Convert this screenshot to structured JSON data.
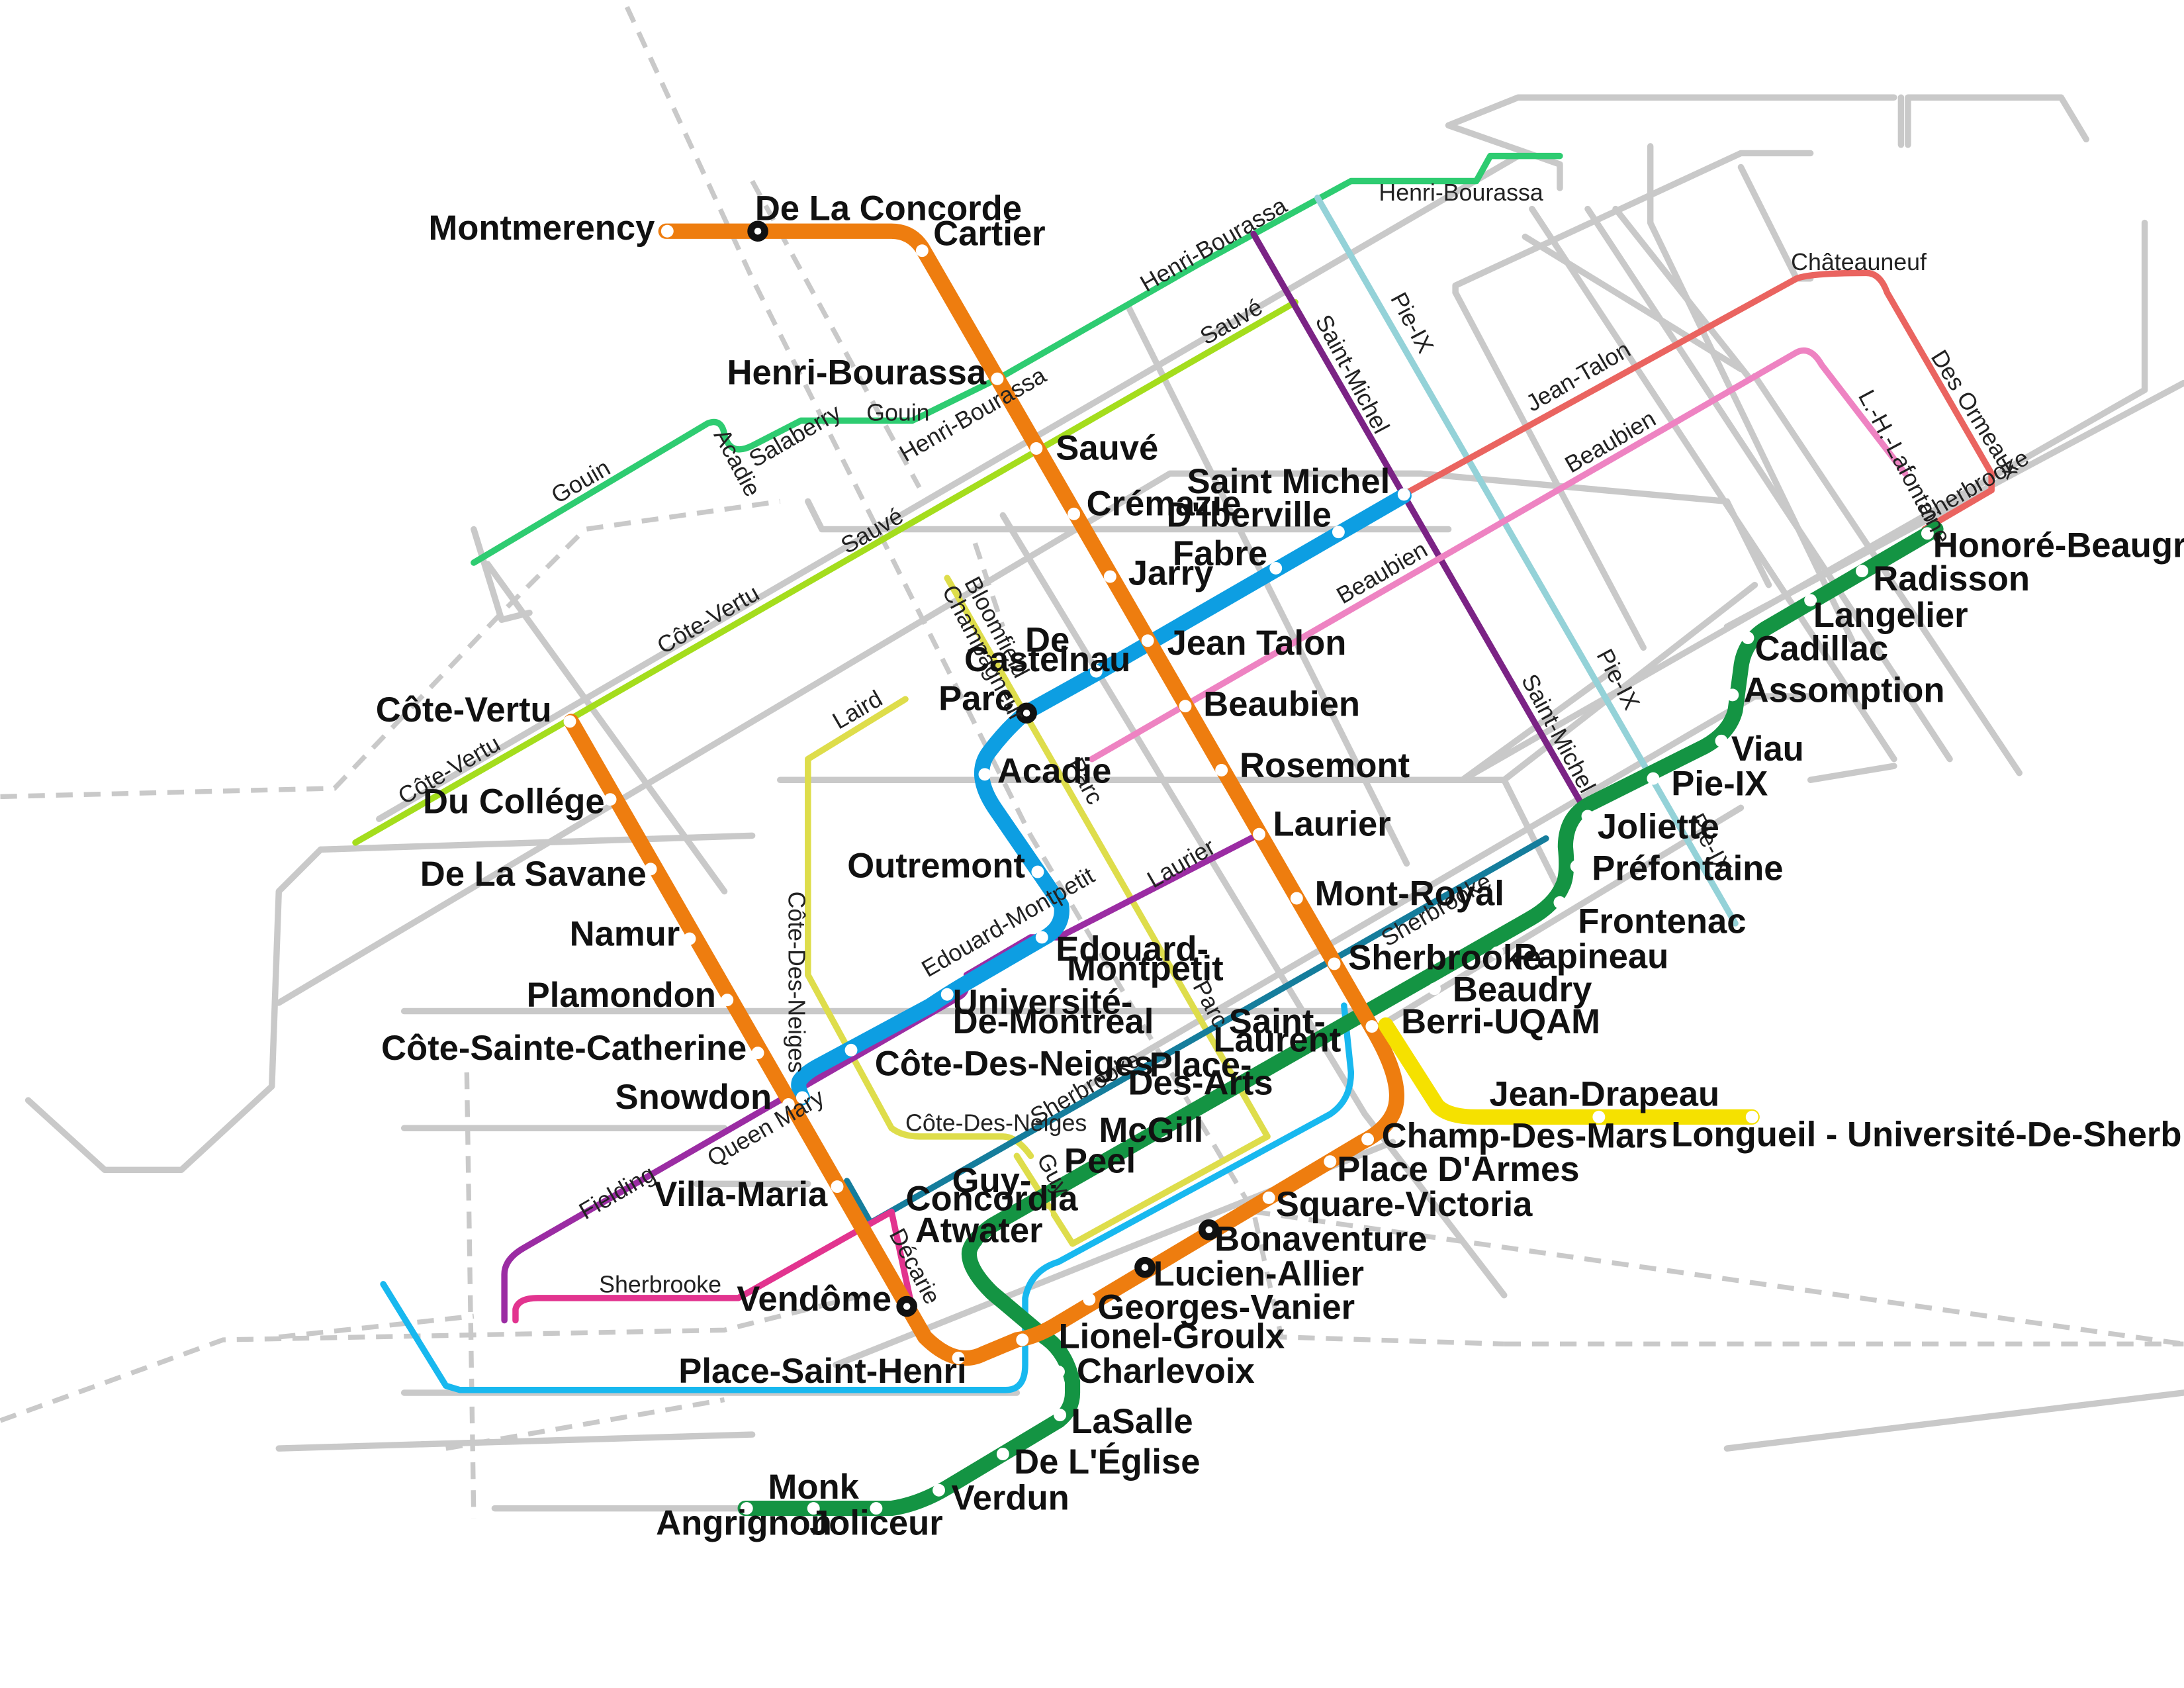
{
  "colors": {
    "orange": "#ee7d0f",
    "green": "#149443",
    "blue": "#0d9ee2",
    "yellow": "#f5e100",
    "bus_henri_bourassa": "#2ecc71",
    "bus_sauve": "#a4dd1c",
    "bus_saint_michel": "#7b2385",
    "bus_pie_ix": "#94d2d8",
    "bus_jean_talon": "#ea6460",
    "bus_beaubien": "#ee83c2",
    "bus_parc": "#dedd4b",
    "bus_laurier": "#9b2ca3",
    "bus_sherbrooke_teal": "#157d9c",
    "bus_sherbrooke_pink": "#e2348f",
    "bus_lightblue": "#18b8ef",
    "road": "#c9c9c9"
  },
  "stations": {
    "montmerency": "Montmerency",
    "de_la_concorde": "De La Concorde",
    "cartier": "Cartier",
    "henri_bourassa": "Henri-Bourassa",
    "sauve": "Sauvé",
    "cremazie": "Crémazie",
    "jarry": "Jarry",
    "jean_talon": "Jean Talon",
    "beaubien": "Beaubien",
    "rosemont": "Rosemont",
    "laurier": "Laurier",
    "mont_royal": "Mont-Royal",
    "sherbrooke": "Sherbrooke",
    "berri_uqam": "Berri-UQAM",
    "champ_des_mars": "Champ-Des-Mars",
    "place_darmes": "Place D'Armes",
    "square_victoria": "Square-Victoria",
    "bonaventure": "Bonaventure",
    "lucien_allier": "Lucien-Allier",
    "georges_vanier": "Georges-Vanier",
    "lionel_groulx": "Lionel-Groulx",
    "place_saint_henri": "Place-Saint-Henri",
    "vendome": "Vendôme",
    "villa_maria": "Villa-Maria",
    "snowdon": "Snowdon",
    "cote_sainte_catherine": "Côte-Sainte-Catherine",
    "plamondon": "Plamondon",
    "namur": "Namur",
    "de_la_savane": "De La Savane",
    "du_college": "Du Collége",
    "cote_vertu": "Côte-Vertu",
    "saint_michel": "Saint Michel",
    "diberville": "D'Iberville",
    "fabre": "Fabre",
    "de_castelnau_1": "De",
    "de_castelnau_2": "Castelnau",
    "parc": "Parc",
    "acadie": "Acadie",
    "outremont": "Outremont",
    "edouard_montpetit_1": "Edouard-",
    "edouard_montpetit_2": "Montpetit",
    "universite_1": "Université-",
    "universite_2": "De-Montreal",
    "cote_des_neiges": "Côte-Des-Neiges",
    "honore_beaugrand": "Honoré-Beaugrand",
    "radisson": "Radisson",
    "langelier": "Langelier",
    "cadillac": "Cadillac",
    "assomption": "Assomption",
    "viau": "Viau",
    "pie_ix": "Pie-IX",
    "joliette": "Joliette",
    "prefontaine": "Préfontaine",
    "frontenac": "Frontenac",
    "papineau": "Papineau",
    "beaudry": "Beaudry",
    "saint_laurent_1": "Saint-",
    "saint_laurent_2": "Laurent",
    "place_des_arts_1": "Place-",
    "place_des_arts_2": "Des-Arts",
    "mcgill": "McGill",
    "peel": "Peel",
    "guy_concordia_1": "Guy-",
    "guy_concordia_2": "Concordia",
    "atwater": "Atwater",
    "charlevoix": "Charlevoix",
    "lasalle": "LaSalle",
    "de_leglise": "De L'Église",
    "verdun": "Verdun",
    "joliceur": "Joliceur",
    "monk": "Monk",
    "angrignon": "Angrignon",
    "jean_drapeau": "Jean-Drapeau",
    "longueuil": "Longueil - Université-De-Sherbrooke"
  },
  "streets": {
    "henri_bourassa_a": "Henri-Bourassa",
    "henri_bourassa_b": "Henri-Bourassa",
    "henri_bourassa_c": "Henri-Bourassa",
    "gouin_a": "Gouin",
    "gouin_b": "Gouin",
    "acadie": "Acadie",
    "salaberry": "Salaberry",
    "sauve_a": "Sauvé",
    "sauve_b": "Sauvé",
    "cote_vertu_a": "Côte-Vertu",
    "cote_vertu_b": "Côte-Vertu",
    "saint_michel_a": "Saint-Michel",
    "saint_michel_b": "Saint-Michel",
    "pie_ix_a": "Pie-IX",
    "pie_ix_b": "Pie-IX",
    "pie_ix_c": "Pie-IX",
    "chateauneuf": "Châteauneuf",
    "des_ormeaux": "Des Ormeaux",
    "jean_talon": "Jean-Talon",
    "beaubien_a": "Beaubien",
    "beaubien_b": "Beaubien",
    "lh_lafontaine": "L.-H.-Lafontaine",
    "sherbrooke_a": "Sherbrooke",
    "sherbrooke_b": "Sherbrooke",
    "sherbrooke_c": "Sherbrooke",
    "sherbrooke_d": "Sherbrooke",
    "bloomfield": "Bloomfield",
    "champagneur": "Champagneur",
    "parc_a": "Parc",
    "parc_b": "Parc",
    "laird": "Laird",
    "laurier": "Laurier",
    "edouard_montpetit": "Edouard-Montpetit",
    "cote_des_neiges_a": "Côte-Des-Neiges",
    "cote_des_neiges_b": "Côte-Des-Neiges",
    "queen_mary": "Queen Mary",
    "fielding": "Fielding",
    "decarie": "Décarie",
    "guy": "Guy"
  }
}
